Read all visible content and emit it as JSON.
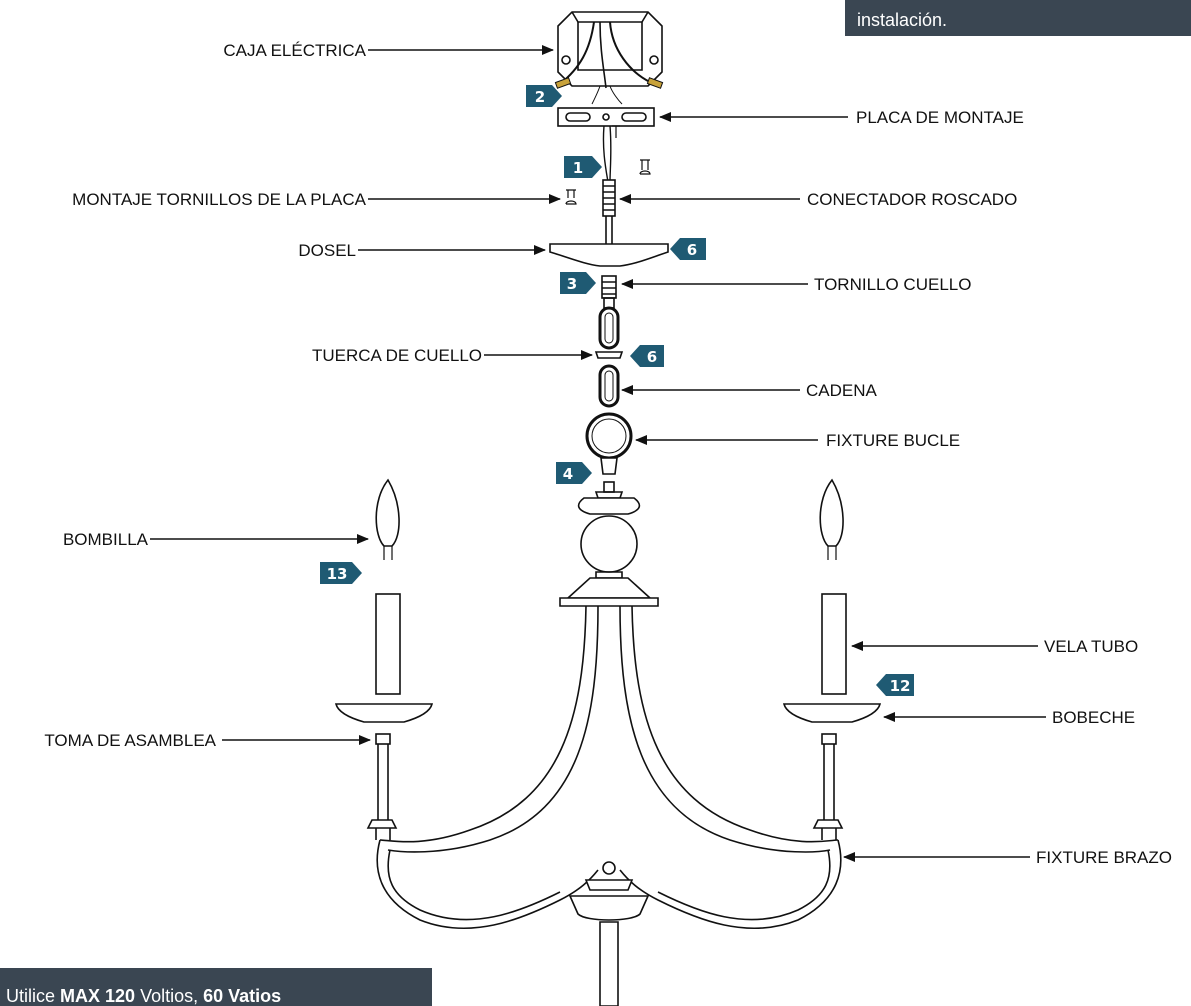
{
  "top_note": "instalación.",
  "bottom_note": {
    "prefix": "Utilice ",
    "max": "MAX",
    "volts_num": "120",
    "volts_unit": " Voltios, ",
    "watts": "60 Vatios"
  },
  "labels": {
    "caja_electrica": "CAJA ELÉCTRICA",
    "placa_de_montaje": "PLACA DE MONTAJE",
    "montaje_tornillos": "MONTAJE TORNILLOS DE LA PLACA",
    "conectador_roscado": "CONECTADOR ROSCADO",
    "dosel": "DOSEL",
    "tornillo_cuello": "TORNILLO CUELLO",
    "tuerca_de_cuello": "TUERCA DE CUELLO",
    "cadena": "CADENA",
    "fixture_bucle": "FIXTURE BUCLE",
    "bombilla": "BOMBILLA",
    "vela_tubo": "VELA TUBO",
    "bobeche": "BOBECHE",
    "toma_de_asamblea": "TOMA DE ASAMBLEA",
    "fixture_brazo": "FIXTURE BRAZO"
  },
  "steps": {
    "s1": "1",
    "s2": "2",
    "s3": "3",
    "s4": "4",
    "s6a": "6",
    "s6b": "6",
    "s12": "12",
    "s13": "13"
  },
  "colors": {
    "badge": "#1f5a73",
    "note_bg": "#3a4652",
    "line": "#111111"
  }
}
